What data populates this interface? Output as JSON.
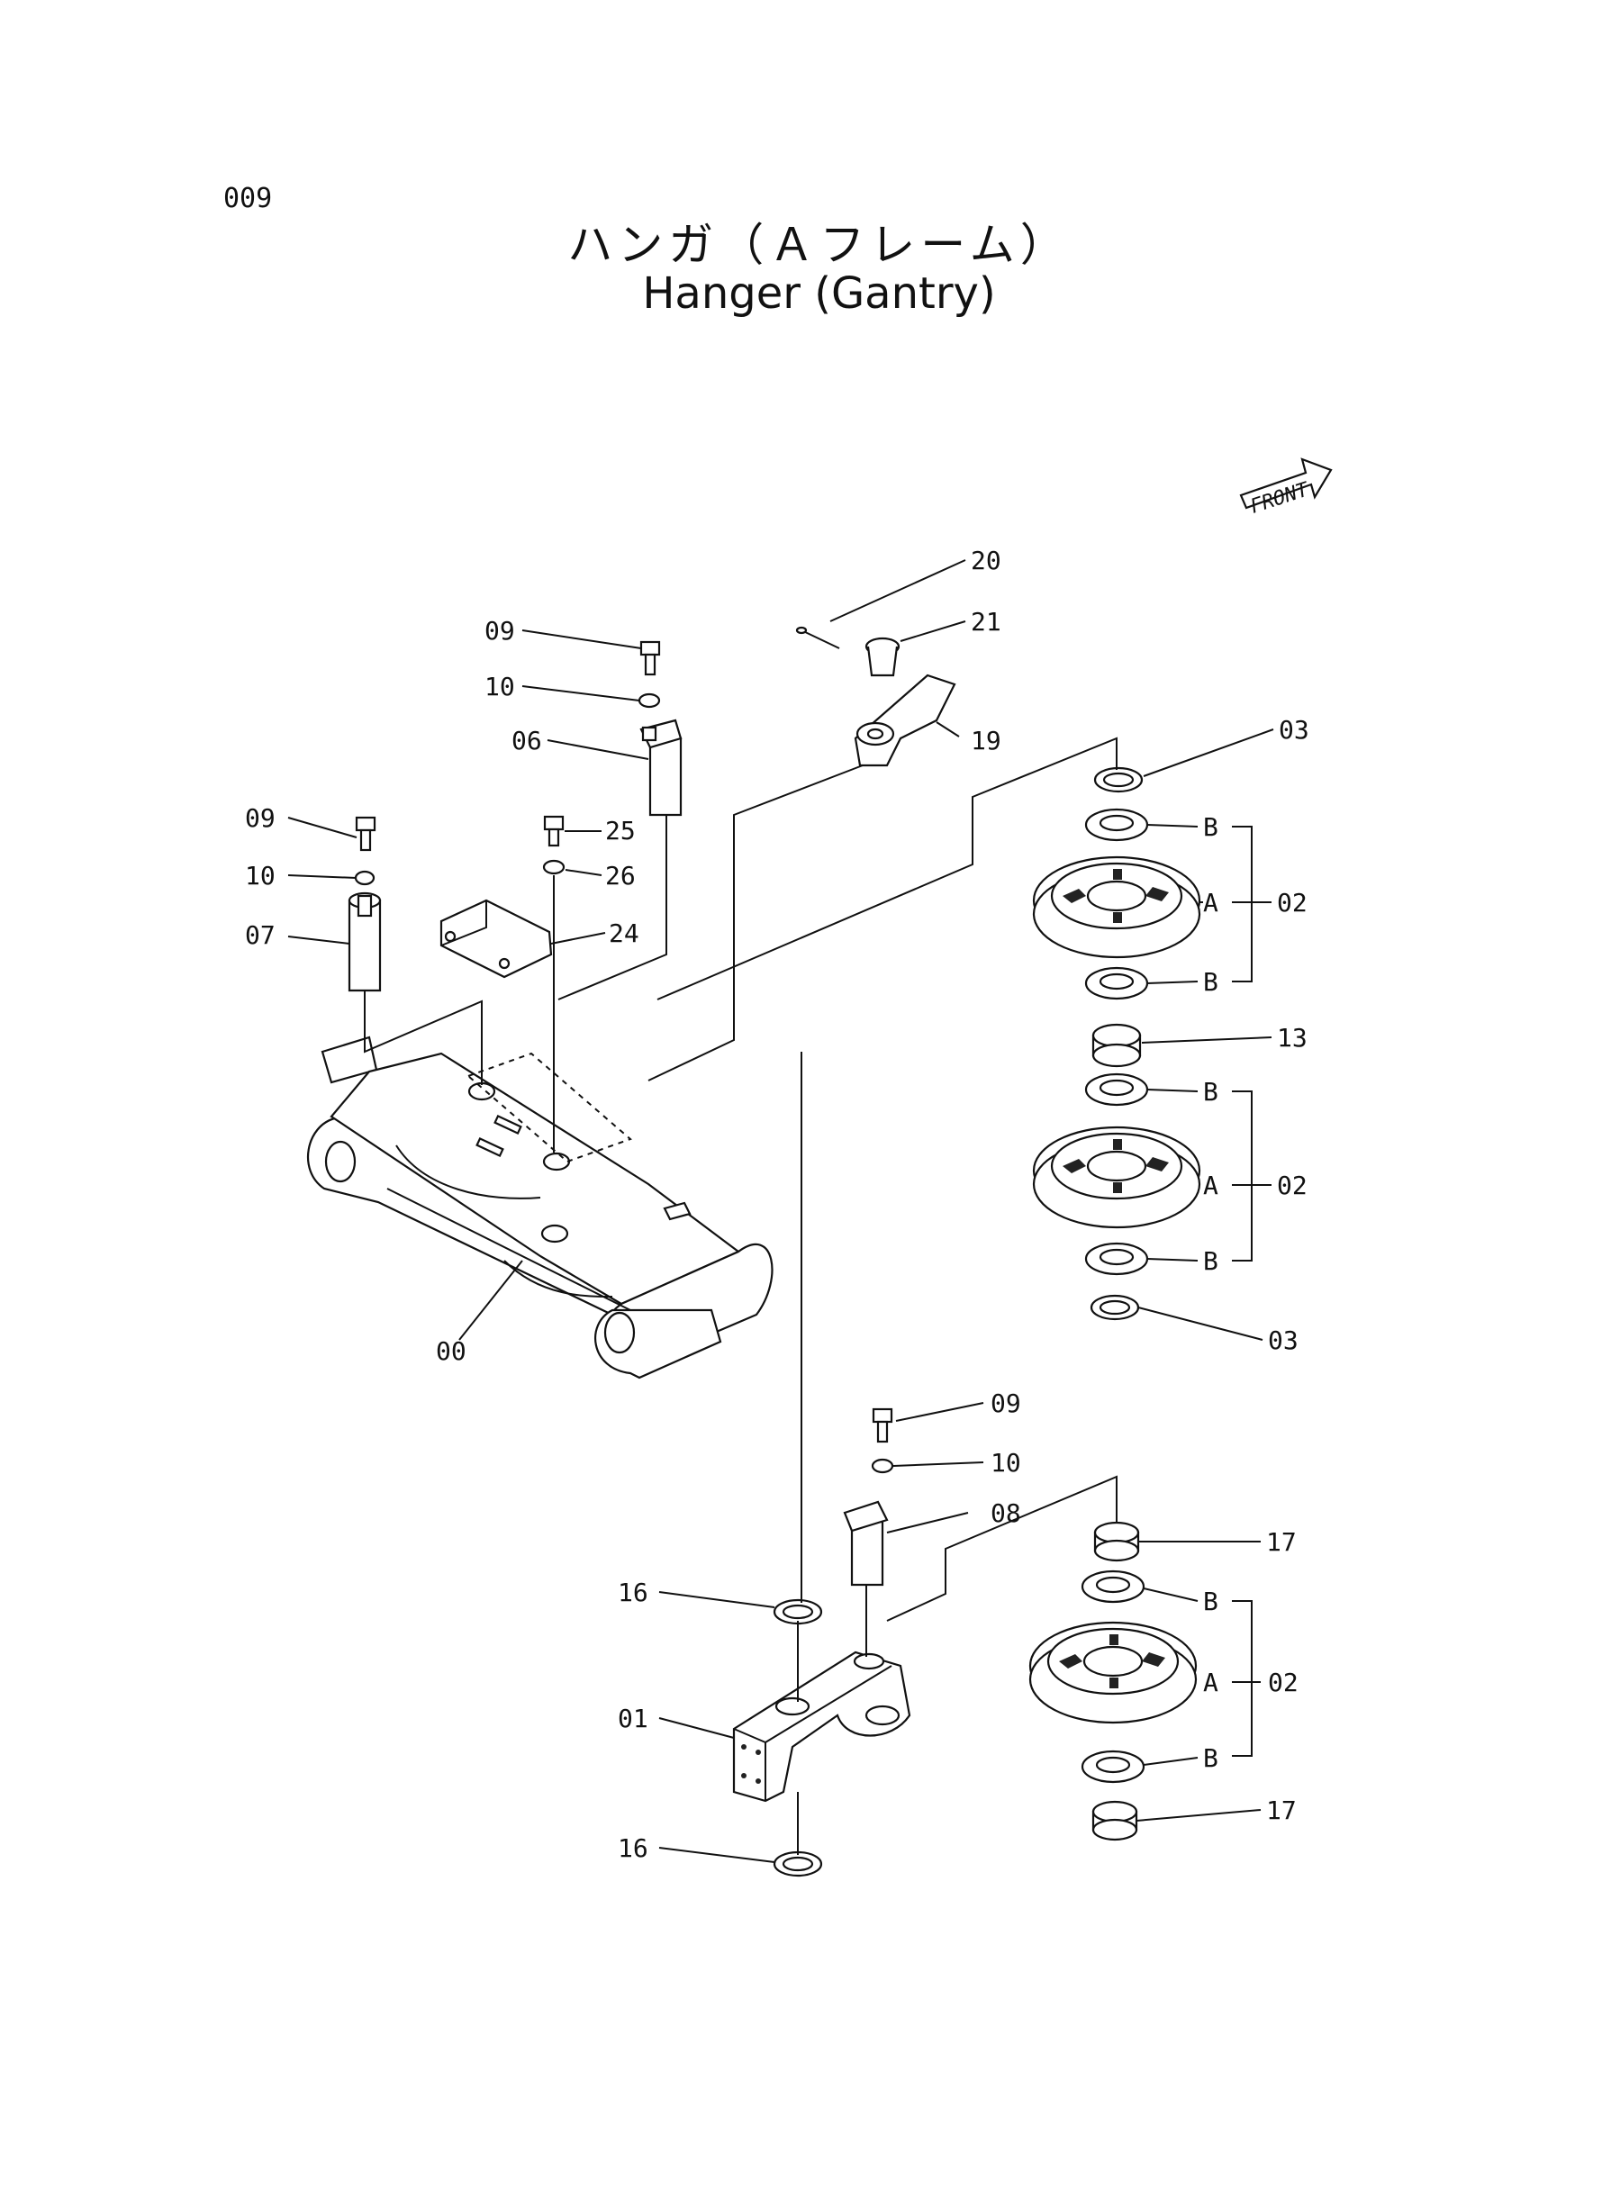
{
  "page_number": "009",
  "title_ja": "ハンガ（Ａフレーム）",
  "title_en": "Hanger (Gantry)",
  "front_label": "FRONT",
  "labels": {
    "p00": "00",
    "p01": "01",
    "p02a": "02",
    "p02b": "02",
    "p02c": "02",
    "p03a": "03",
    "p03b": "03",
    "p06": "06",
    "p07": "07",
    "p08": "08",
    "p09a": "09",
    "p09b": "09",
    "p09c": "09",
    "p10a": "10",
    "p10b": "10",
    "p10c": "10",
    "p13": "13",
    "p16a": "16",
    "p16b": "16",
    "p17a": "17",
    "p17b": "17",
    "p19": "19",
    "p20": "20",
    "p21": "21",
    "p24": "24",
    "p25": "25",
    "p26": "26",
    "subA1": "A",
    "subA2": "A",
    "subA3": "A",
    "subB1": "B",
    "subB2": "B",
    "subB3": "B",
    "subB4": "B",
    "subB5": "B",
    "subB6": "B"
  }
}
